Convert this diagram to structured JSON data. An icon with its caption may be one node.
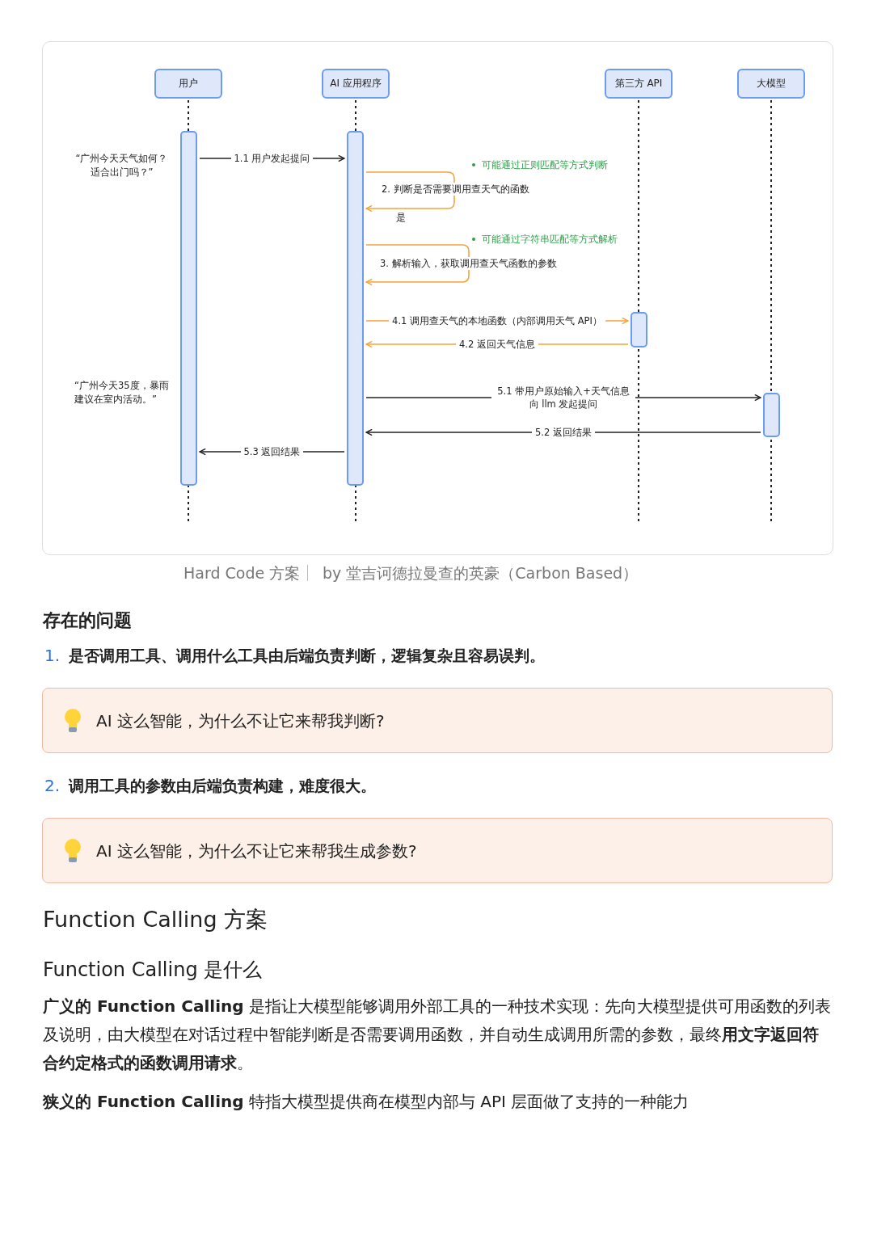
{
  "diagram": {
    "caption": "Hard Code 方案",
    "nodes": [
      {
        "text": [
          "用户"
        ]
      },
      {
        "text": [
          "AI 应用程序"
        ]
      },
      {
        "text": [
          "第三方 API"
        ]
      },
      {
        "text": [
          "大模型"
        ]
      },
      {
        "text": [],
        "shape": "bar"
      },
      {
        "text": [],
        "shape": "bar"
      },
      {
        "text": [],
        "shape": "bar"
      },
      {
        "text": [],
        "shape": "bar"
      },
      {
        "text": [
          "AI 这么智能，为什么不让它来帮我判断?"
        ]
      },
      {
        "text": [
          "AI 这么智能，为什么不让它来帮我生成参数?"
        ]
      }
    ],
    "edges": [
      {
        "from": 4,
        "to": 5,
        "arrow": "to",
        "label": "1.1 用户发起提问"
      },
      {
        "from": 5,
        "to": 5,
        "arrow": "to",
        "label": "2. 判断是否需要调用查天气的函数",
        "color": "#f5a33b"
      },
      {
        "from": 5,
        "to": 5,
        "arrow": "to",
        "label": "3. 解析输入，获取调用查天气函数的参数",
        "color": "#f5a33b"
      },
      {
        "from": 5,
        "to": 6,
        "arrow": "to",
        "label": "4.1 调用查天气的本地函数（内部调用天气 API）",
        "color": "#f5a33b"
      },
      {
        "from": 6,
        "to": 5,
        "arrow": "to",
        "label": "4.2 返回天气信息",
        "color": "#f5a33b"
      },
      {
        "from": 5,
        "to": 7,
        "arrow": "to",
        "label": "5.1 带用户原始输入+天气信息向 llm 发起提问"
      },
      {
        "from": 7,
        "to": 5,
        "arrow": "to",
        "label": "5.2 返回结果"
      },
      {
        "from": 5,
        "to": 4,
        "arrow": "to",
        "label": "5.3 返回结果"
      }
    ],
    "labels": [
      "“广州今天天气如何？适合出门吗？”",
      "可能通过正则匹配等方式判断",
      "是",
      "可能通过字符串匹配等方式解析",
      "“广州今天35度，暴雨建议在室内活动。”",
      "by 堂吉诃德拉曼查的英豪（Carbon Based）",
      "存在的问题",
      "1.",
      "是否调用工具、调用什么工具由后端负责判断，逻辑复杂且容易误判。",
      "2.",
      "调用工具的参数由后端负责构建，难度很大。",
      "Function Calling 方案",
      "Function Calling 是什么",
      "**广义的 Function Calling** 是指让大模型能够调用外部工具的一种技术实现：先向大模型提供可用函数的列表及说明，由大模型在对话过程中智能判断是否需要调用函数，并自动生成调用所需的参数，最终**用文字返回符合约定格式的函数调用请求**。",
      "**狭义的 Function Calling** 特指大模型提供商在模型内部与 API 层面做了支持的一种能力"
    ]
  }
}
